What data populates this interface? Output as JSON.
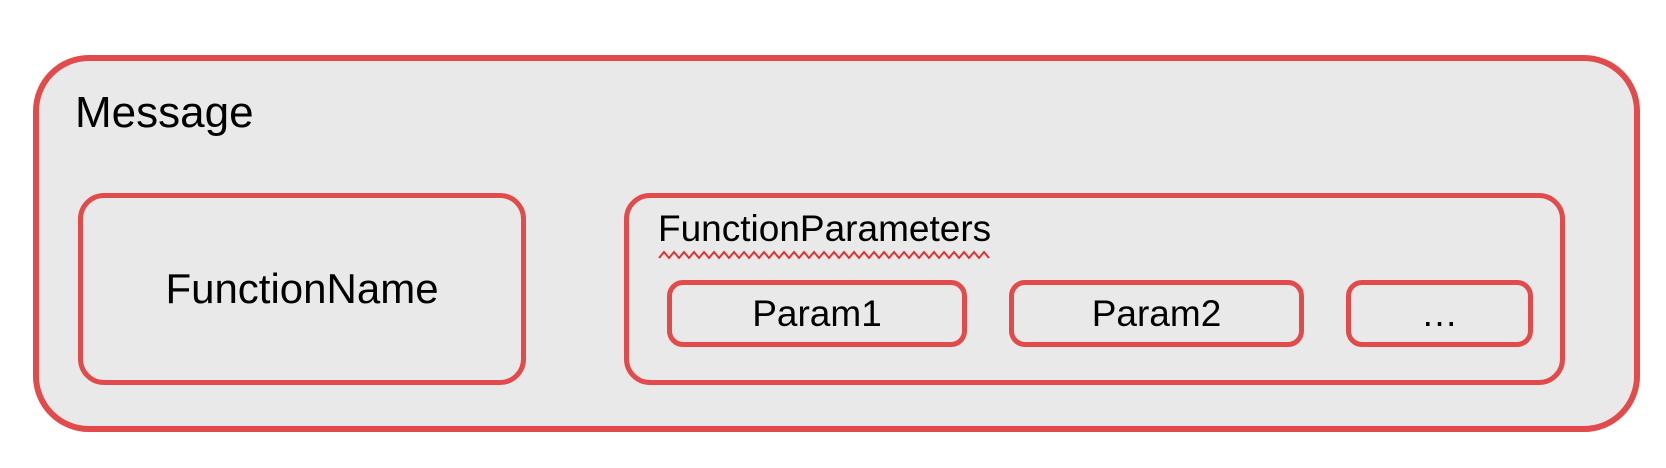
{
  "message": {
    "label": "Message",
    "function_name": {
      "label": "FunctionName"
    },
    "function_parameters": {
      "label": "FunctionParameters",
      "params": [
        {
          "label": "Param1"
        },
        {
          "label": "Param2"
        },
        {
          "label": "…"
        }
      ]
    }
  },
  "colors": {
    "box_border_red": "#e24b4b",
    "box_fill_gray": "#e9e9e9",
    "squiggle_red": "#e03434",
    "text_black": "#000000",
    "page_background": "#ffffff"
  }
}
